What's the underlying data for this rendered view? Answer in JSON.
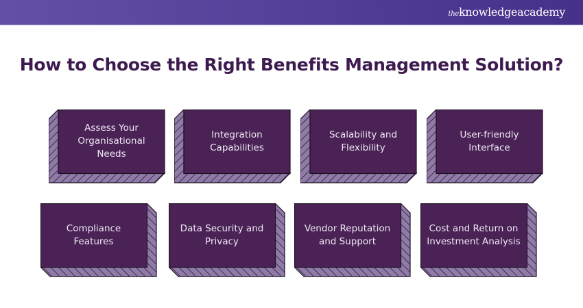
{
  "brand": {
    "prefix": "the",
    "name": "knowledgeacademy"
  },
  "title": "How to Choose the Right Benefits Management Solution?",
  "colors": {
    "face": "#4a2256",
    "side": "#8f7aa8",
    "title": "#3d1a4f"
  },
  "row1": [
    "Assess Your Organisational Needs",
    "Integration Capabilities",
    "Scalability and Flexibility",
    "User-friendly Interface"
  ],
  "row2": [
    "Compliance Features",
    "Data Security and Privacy",
    "Vendor Reputation and Support",
    "Cost and Return on Investment Analysis"
  ]
}
